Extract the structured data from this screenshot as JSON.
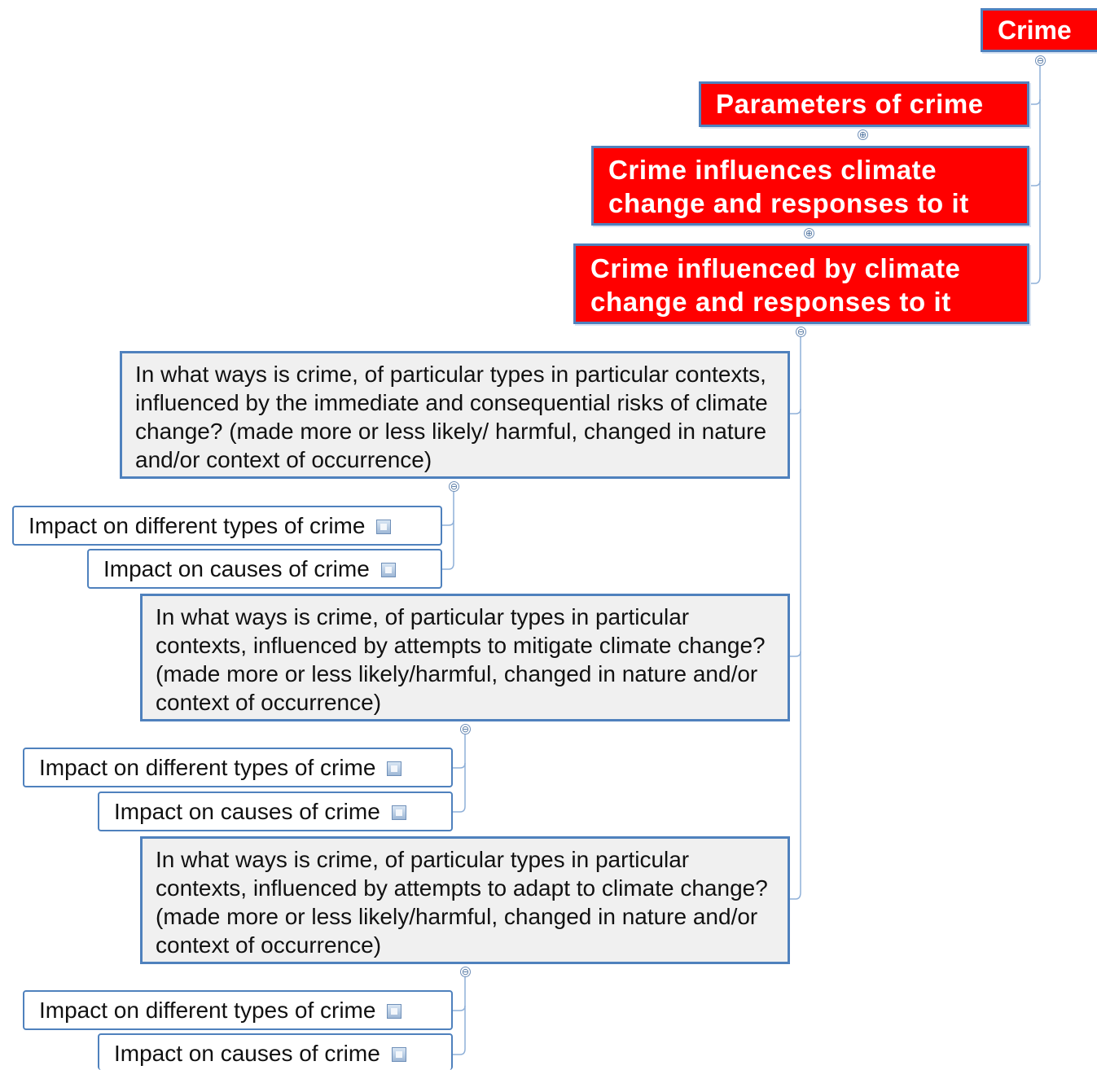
{
  "root": {
    "label": "Crime",
    "toggle": "⊖"
  },
  "branches": [
    {
      "label_lines": [
        "Parameters of crime"
      ],
      "toggle": "⊕"
    },
    {
      "label_lines": [
        "Crime influences climate",
        "change and responses to it"
      ],
      "toggle": "⊕"
    },
    {
      "label_lines": [
        "Crime influenced by climate",
        "change and responses to it"
      ],
      "toggle": "⊖"
    }
  ],
  "questions": [
    {
      "text": "In what ways is crime, of particular types in particular contexts, influenced by the immediate and consequential risks of climate change? (made more or less likely/ harmful, changed in nature and/or context of occurrence)",
      "toggle": "⊖",
      "children": [
        "Impact on different types of crime",
        "Impact on causes of crime"
      ]
    },
    {
      "text": "In what ways is crime, of particular types in particular contexts, influenced by attempts to mitigate climate change? (made more or less likely/harmful, changed in nature and/or context of occurrence)",
      "toggle": "⊖",
      "children": [
        "Impact on different types of crime",
        "Impact on causes of crime"
      ]
    },
    {
      "text": "In what ways is crime, of particular types in particular contexts, influenced by attempts to adapt to climate change? (made more or less likely/harmful, changed in nature and/or context of occurrence)",
      "toggle": "⊖",
      "children": [
        "Impact on different types of crime",
        "Impact on causes of crime"
      ]
    }
  ],
  "colors": {
    "topic_fill": "#ff0000",
    "topic_border": "#4f81bd",
    "question_fill": "#f0f0f0",
    "connector": "#8fb0d8"
  }
}
